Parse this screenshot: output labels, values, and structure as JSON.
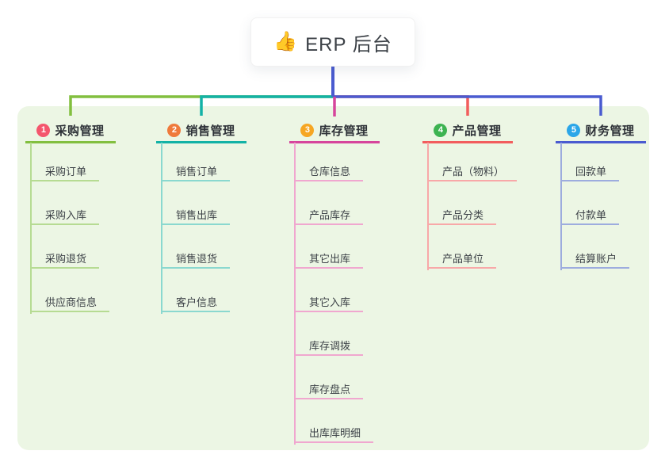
{
  "root": {
    "icon_glyph": "👍",
    "label": "ERP 后台"
  },
  "colors": {
    "page_bg": "#ffffff",
    "panel_bg": "#ecf6e4",
    "root_text": "#3c4147",
    "stem": "#4a5bd0"
  },
  "branches": [
    {
      "index": "1",
      "label": "采购管理",
      "badge_color": "#f4566d",
      "line_color": "#82bf3f",
      "child_line_color": "#b6db92",
      "children": [
        "采购订单",
        "采购入库",
        "采购退货",
        "供应商信息"
      ]
    },
    {
      "index": "2",
      "label": "销售管理",
      "badge_color": "#ef7a3b",
      "line_color": "#13b2a6",
      "child_line_color": "#8ad8cf",
      "children": [
        "销售订单",
        "销售出库",
        "销售退货",
        "客户信息"
      ]
    },
    {
      "index": "3",
      "label": "库存管理",
      "badge_color": "#f6a623",
      "line_color": "#d6459c",
      "child_line_color": "#f0a7cf",
      "children": [
        "仓库信息",
        "产品库存",
        "其它出库",
        "其它入库",
        "库存调拨",
        "库存盘点",
        "出库库明细"
      ]
    },
    {
      "index": "4",
      "label": "产品管理",
      "badge_color": "#3db351",
      "line_color": "#f25d5d",
      "child_line_color": "#f8a8a8",
      "children": [
        "产品（物料）",
        "产品分类",
        "产品单位"
      ]
    },
    {
      "index": "5",
      "label": "财务管理",
      "badge_color": "#2ba6e8",
      "line_color": "#4a5bd0",
      "child_line_color": "#9dacde",
      "children": [
        "回款单",
        "付款单",
        "结算账户"
      ]
    }
  ]
}
